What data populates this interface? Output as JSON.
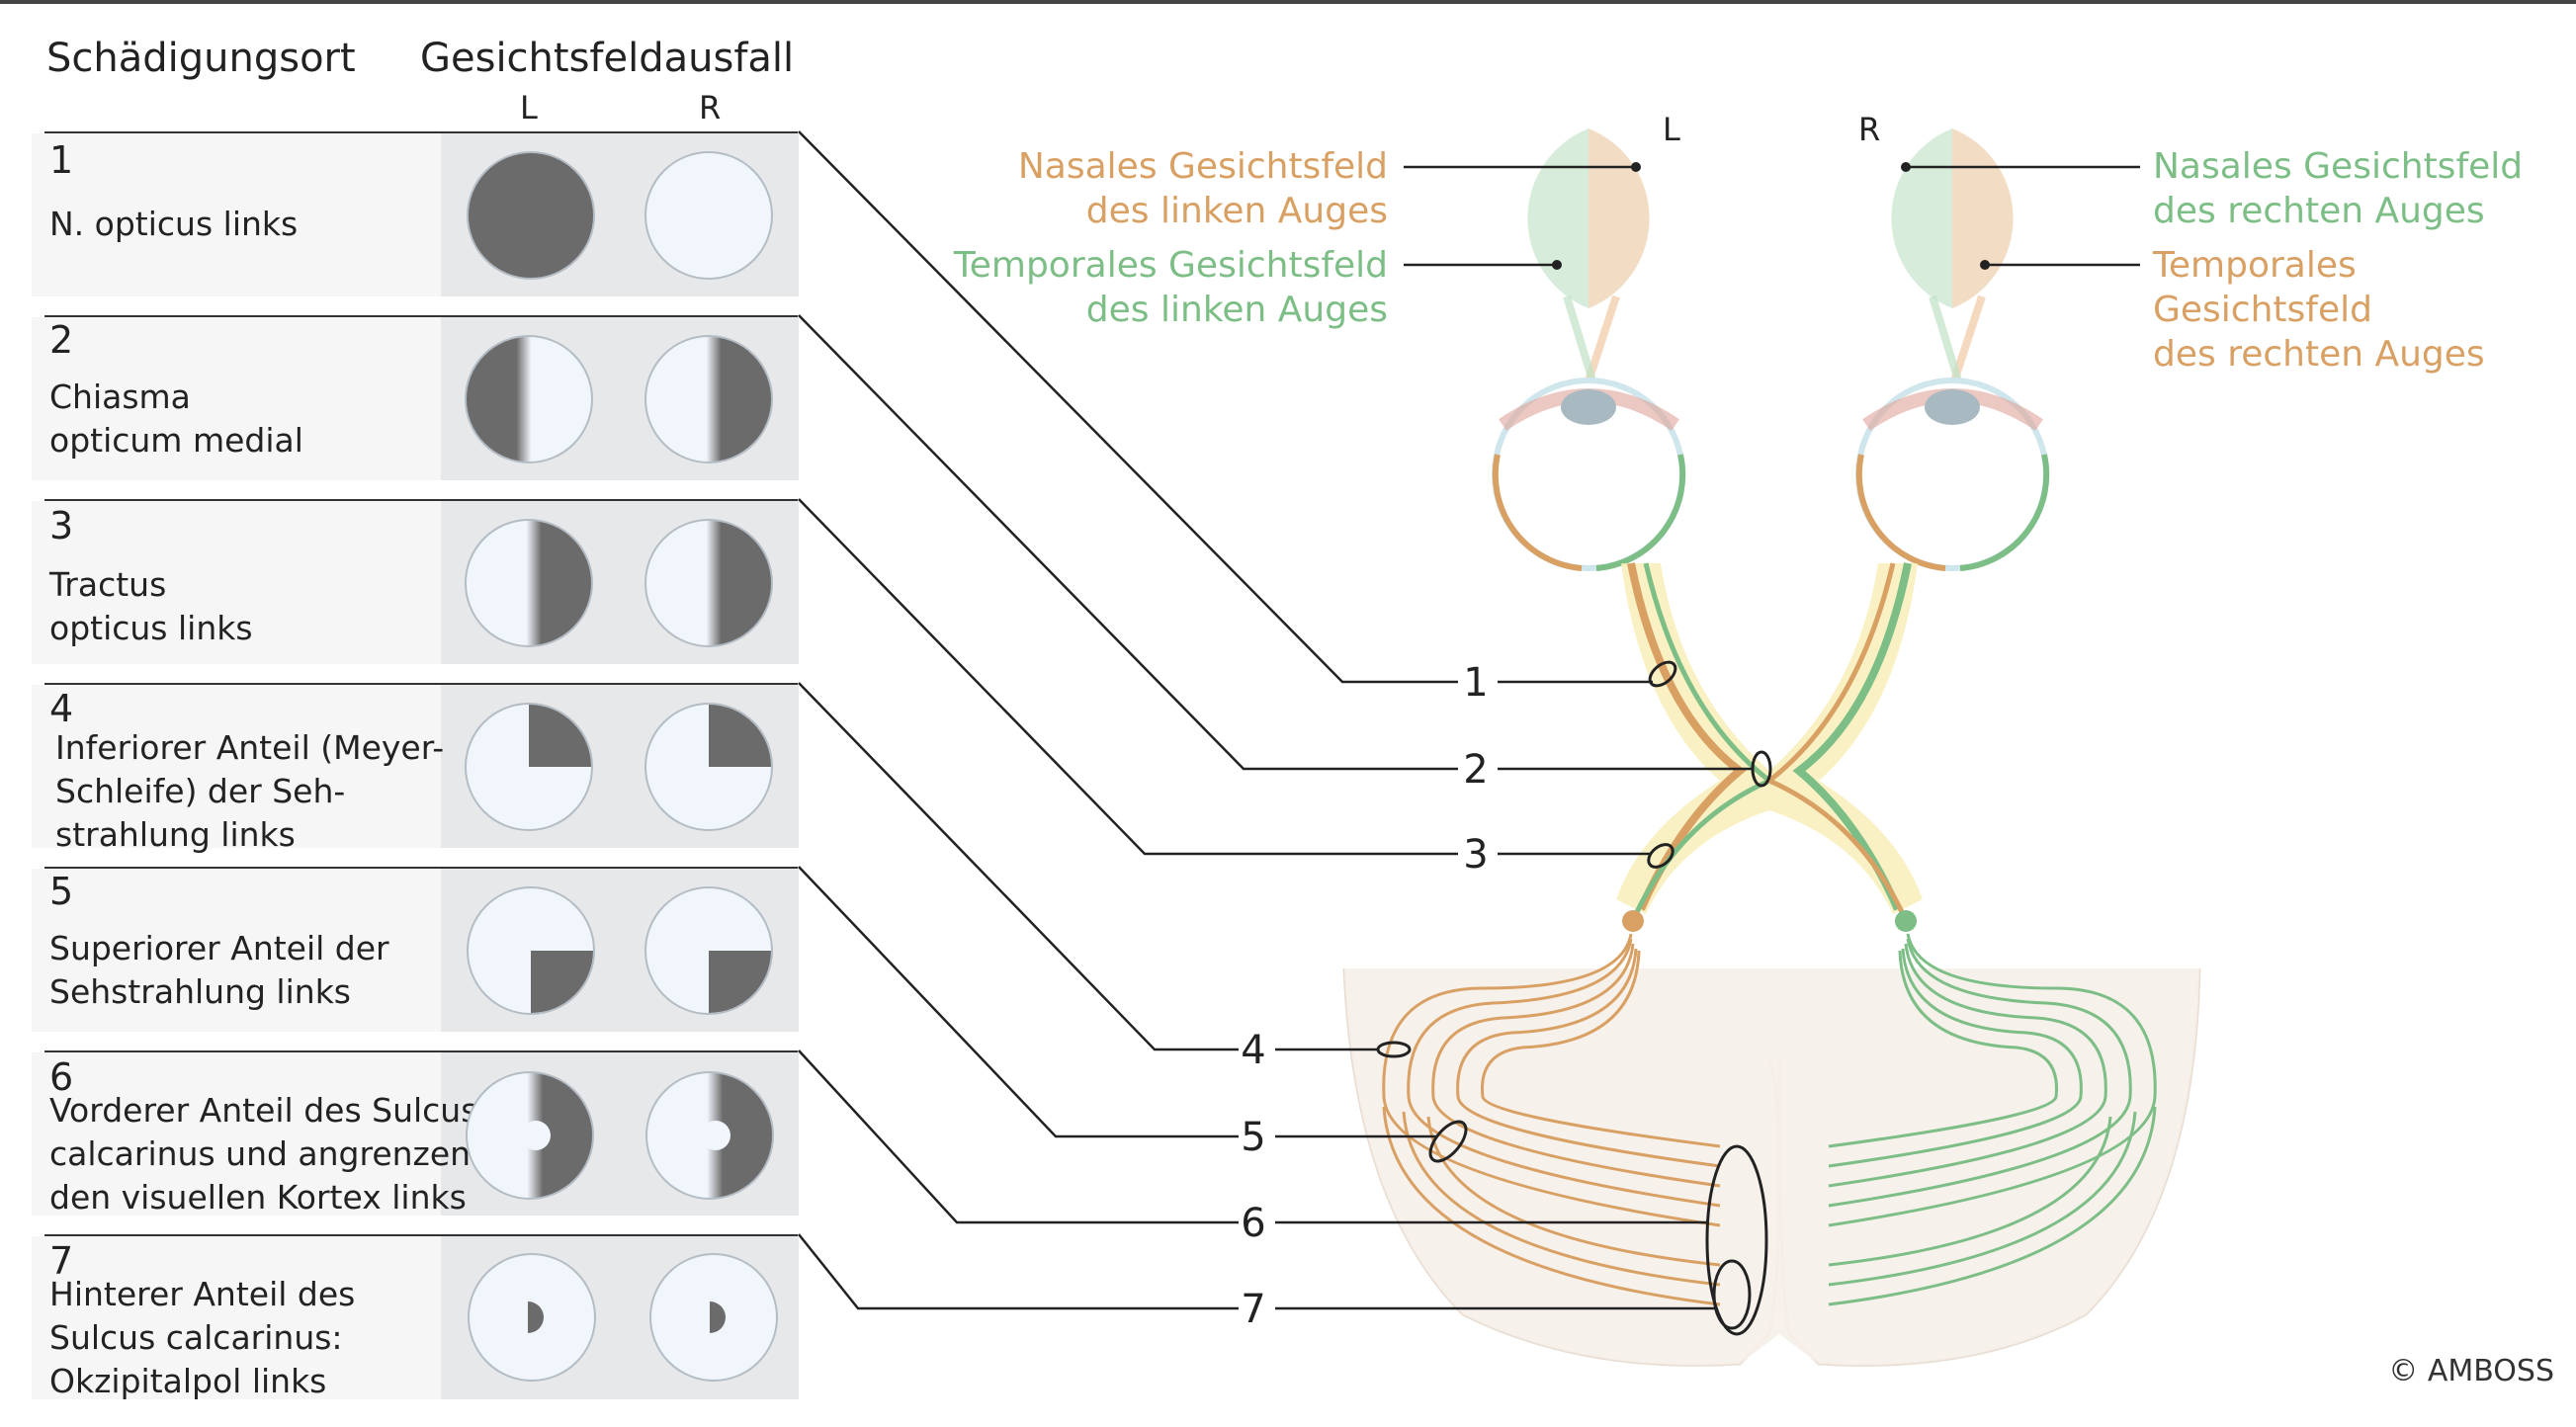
{
  "table": {
    "col_header_location": "Schädigungsort",
    "col_header_field": "Gesichtsfeldausfall",
    "eye_left": "L",
    "eye_right": "R",
    "rows": [
      {
        "num": "1",
        "label": "N. opticus links"
      },
      {
        "num": "2",
        "label": "Chiasma\nopticum medial"
      },
      {
        "num": "3",
        "label": "Tractus\nopticus links"
      },
      {
        "num": "4",
        "label": "Inferiorer Anteil (Meyer-\nSchleife) der Seh-\nstrahlung links"
      },
      {
        "num": "5",
        "label": "Superiorer Anteil der\nSehstrahlung links"
      },
      {
        "num": "6",
        "label": "Vorderer Anteil des Sulcus\ncalcarinus und angrenzen-\nden visuellen Kortex links"
      },
      {
        "num": "7",
        "label": "Hinterer Anteil des\nSulcus calcarinus:\nOkzipitalpol links"
      }
    ]
  },
  "diagram": {
    "eye_left_letter": "L",
    "eye_right_letter": "R",
    "nasal_left": "Nasales Gesichtsfeld\ndes linken Auges",
    "temporal_left": "Temporales Gesichtsfeld\ndes linken Auges",
    "nasal_right": "Nasales Gesichtsfeld\ndes rechten Auges",
    "temporal_right": "Temporales Gesichtsfeld\ndes rechten Auges",
    "lesion_numbers": [
      "1",
      "2",
      "3",
      "4",
      "5",
      "6",
      "7"
    ],
    "colors": {
      "orange": "#d9a064",
      "green": "#7cbe86",
      "field_orange": "#f2dcc4",
      "field_green": "#d8ecdc"
    }
  },
  "copyright": "© AMBOSS"
}
